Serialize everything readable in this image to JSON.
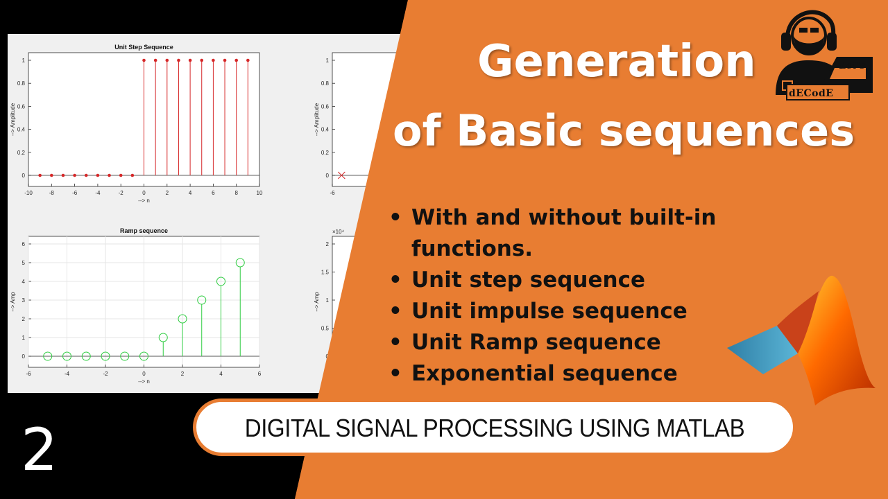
{
  "title": {
    "line1": "Generation",
    "line2": "of Basic sequences"
  },
  "bullets": [
    "With and without built-in functions.",
    "Unit step sequence",
    "Unit impulse sequence",
    "Unit Ramp sequence",
    "Exponential sequence"
  ],
  "banner": {
    "text": "DIGITAL SIGNAL PROCESSING USING MATLAB"
  },
  "episode_number": "2",
  "logo": {
    "tagline": "Let's",
    "name": "dECodE"
  },
  "colors": {
    "orange": "#e87d32",
    "black": "#000000",
    "step_stem": "#d62728",
    "ramp_stem": "#2ecc40"
  },
  "icons": [
    "bearded-headset-user-icon",
    "laptop-icon",
    "matlab-membrane-logo-icon"
  ],
  "chart_data": [
    {
      "type": "stem",
      "title": "Unit Step Sequence",
      "xlabel": "--> n",
      "ylabel": "--> Amplitude",
      "xlim": [
        -10,
        10
      ],
      "ylim": [
        0,
        1
      ],
      "xticks": [
        -10,
        -8,
        -6,
        -4,
        -2,
        0,
        2,
        4,
        6,
        8,
        10
      ],
      "yticks": [
        0,
        0.2,
        0.4,
        0.6,
        0.8,
        1
      ],
      "x": [
        -9,
        -8,
        -7,
        -6,
        -5,
        -4,
        -3,
        -2,
        -1,
        0,
        1,
        2,
        3,
        4,
        5,
        6,
        7,
        8,
        9
      ],
      "y": [
        0,
        0,
        0,
        0,
        0,
        0,
        0,
        0,
        0,
        1,
        1,
        1,
        1,
        1,
        1,
        1,
        1,
        1,
        1
      ],
      "marker": "filled-dot",
      "grid": false
    },
    {
      "type": "stem",
      "title": "Ramp sequence",
      "xlabel": "--> n",
      "ylabel": "--> Amp",
      "xlim": [
        -6,
        6
      ],
      "ylim": [
        0,
        6
      ],
      "xticks": [
        -6,
        -4,
        -2,
        0,
        2,
        4,
        6
      ],
      "yticks": [
        0,
        1,
        2,
        3,
        4,
        5,
        6
      ],
      "x": [
        -5,
        -4,
        -3,
        -2,
        -1,
        0,
        1,
        2,
        3,
        4,
        5
      ],
      "y": [
        0,
        0,
        0,
        0,
        0,
        0,
        1,
        2,
        3,
        4,
        5
      ],
      "marker": "open-circle",
      "grid": true
    },
    {
      "type": "stem",
      "partial": true,
      "ylabel": "--> Amplitude",
      "yticks": [
        0,
        0.2,
        0.4,
        0.6,
        0.8,
        1
      ],
      "xticks": [
        -6
      ],
      "x": [
        -5
      ],
      "y": [
        0
      ],
      "marker": "x"
    },
    {
      "type": "stem",
      "partial": true,
      "ylabel": "--> Amp",
      "exponent_label": "×10⁴",
      "yticks": [
        0,
        0.5,
        1,
        1.5,
        2
      ]
    }
  ]
}
